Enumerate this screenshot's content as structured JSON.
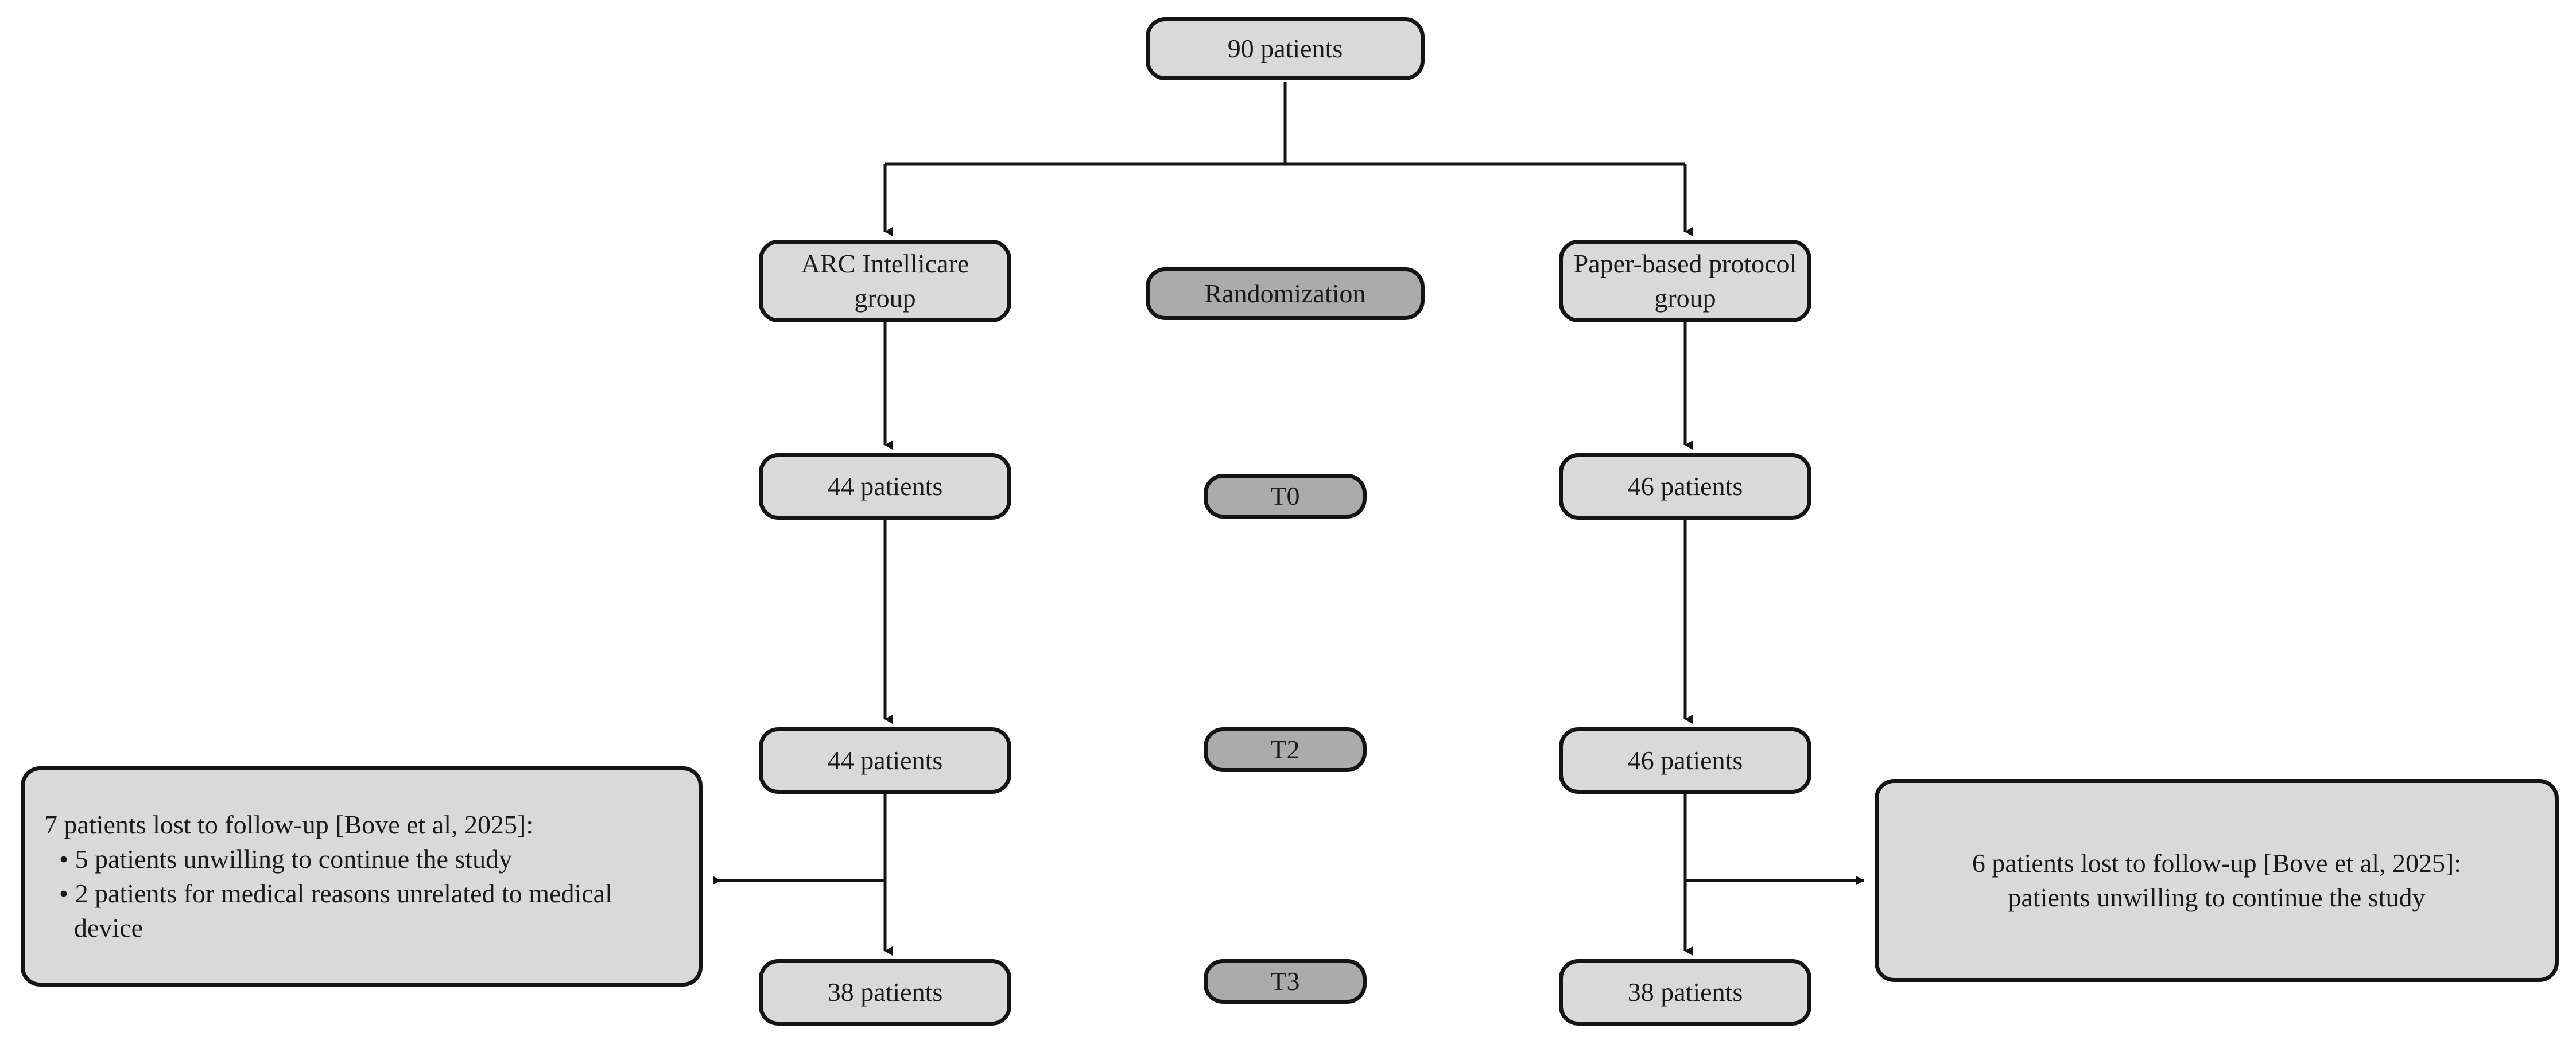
{
  "diagram": {
    "title": "CONSORT-style participant flow diagram",
    "colors": {
      "box_fill_light": "#d9d9d9",
      "box_fill_mid": "#ababab",
      "border": "#141414",
      "text": "#1a1a1a",
      "background": "#ffffff"
    },
    "enrollment": {
      "total_label": "90 patients"
    },
    "stage_labels": {
      "randomization": "Randomization",
      "t0": "T0",
      "t2": "T2",
      "t3": "T3"
    },
    "arms": {
      "intervention": {
        "group_label": "ARC Intellicare group",
        "t0_label": "44 patients",
        "t2_label": "44 patients",
        "t3_label": "38 patients"
      },
      "control": {
        "group_label": "Paper-based protocol group",
        "t0_label": "46 patients",
        "t2_label": "46 patients",
        "t3_label": "38 patients"
      }
    },
    "notes": {
      "left": {
        "heading": "7 patients lost to follow-up [Bove et al, 2025]:",
        "bullets": [
          "• 5 patients unwilling to continue the study",
          "• 2 patients for medical reasons unrelated to medical device"
        ]
      },
      "right": {
        "heading": "6 patients lost to follow-up [Bove et al, 2025]:",
        "detail": "patients unwilling to continue the study"
      }
    }
  }
}
